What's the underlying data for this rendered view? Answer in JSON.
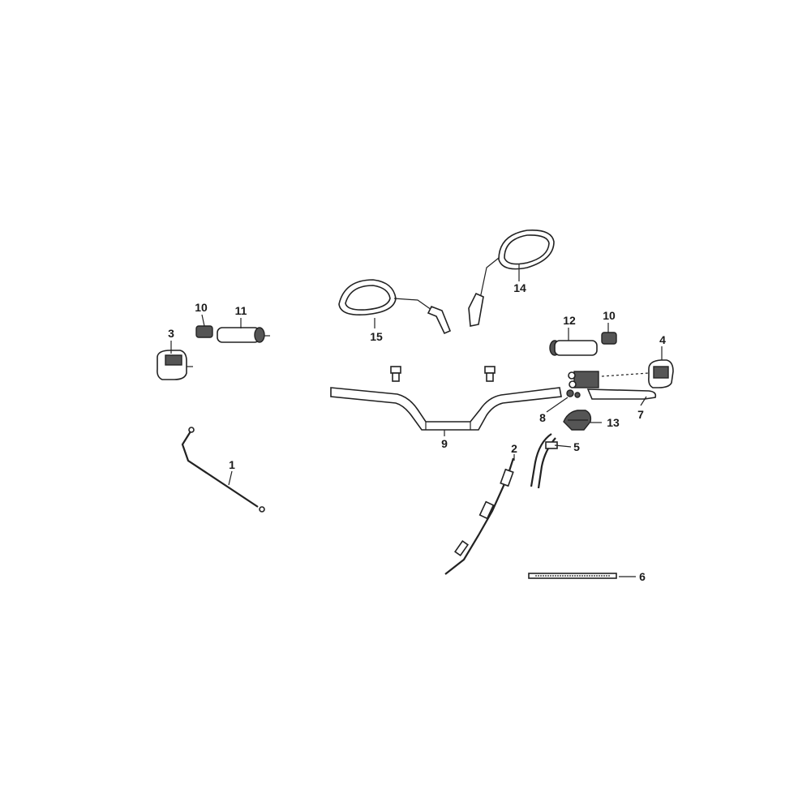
{
  "parts": [
    {
      "id": "1",
      "label": "1"
    },
    {
      "id": "2",
      "label": "2"
    },
    {
      "id": "3",
      "label": "3"
    },
    {
      "id": "4",
      "label": "4"
    },
    {
      "id": "5",
      "label": "5"
    },
    {
      "id": "6",
      "label": "6"
    },
    {
      "id": "7",
      "label": "7"
    },
    {
      "id": "8",
      "label": "8"
    },
    {
      "id": "9",
      "label": "9"
    },
    {
      "id": "10a",
      "label": "10"
    },
    {
      "id": "10b",
      "label": "10"
    },
    {
      "id": "11",
      "label": "11"
    },
    {
      "id": "12",
      "label": "12"
    },
    {
      "id": "13",
      "label": "13"
    },
    {
      "id": "14",
      "label": "14"
    },
    {
      "id": "15",
      "label": "15"
    }
  ]
}
